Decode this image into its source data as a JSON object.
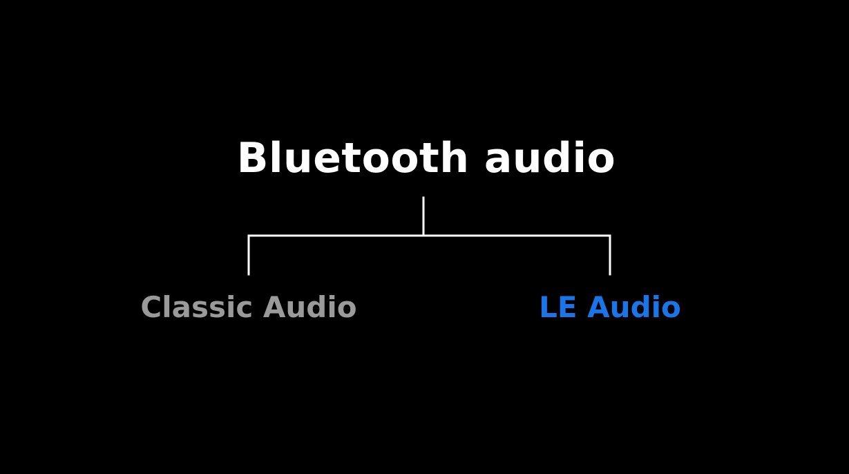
{
  "diagram": {
    "root": {
      "label": "Bluetooth audio",
      "color": "#ffffff"
    },
    "children": [
      {
        "label": "Classic Audio",
        "color": "#9a9a9a"
      },
      {
        "label": "LE Audio",
        "color": "#1a75e8"
      }
    ],
    "connector_color": "#ffffff",
    "background": "#000000"
  }
}
